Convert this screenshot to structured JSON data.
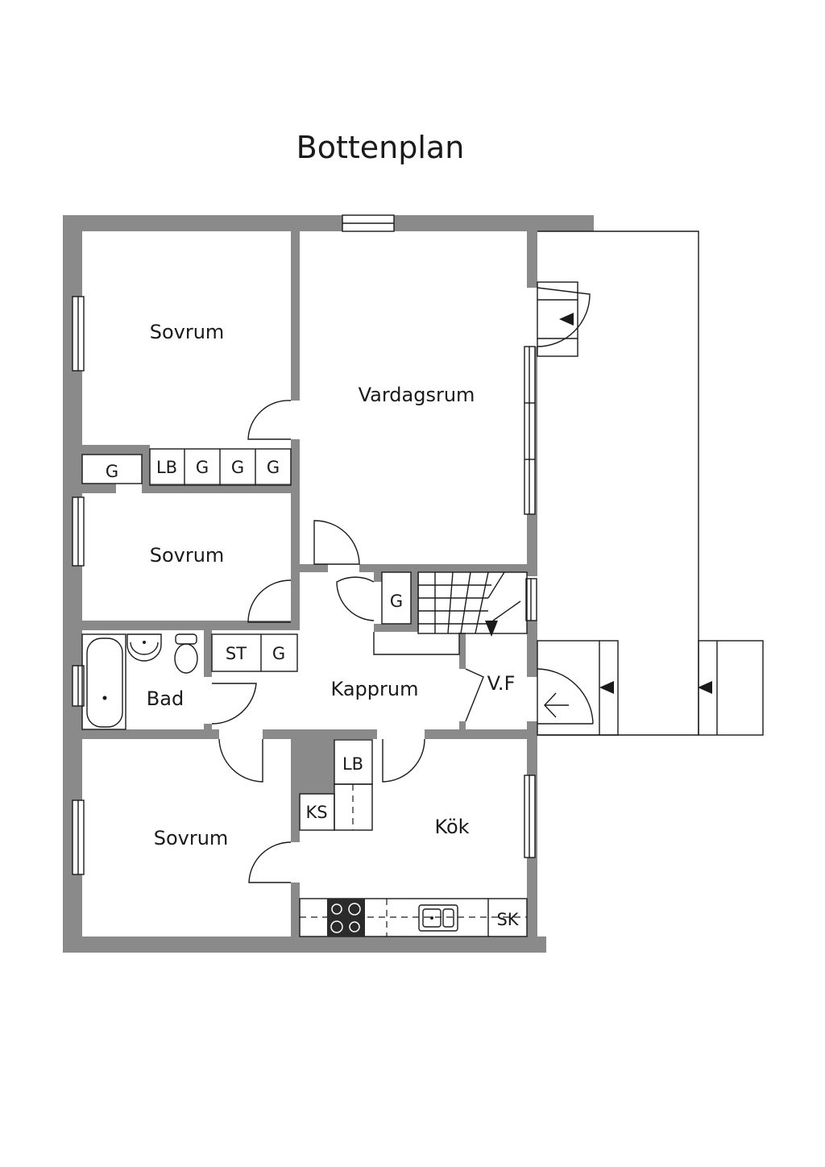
{
  "title": "Bottenplan",
  "rooms": {
    "sovrum_top": "Sovrum",
    "vardagsrum": "Vardagsrum",
    "sovrum_mid": "Sovrum",
    "bad": "Bad",
    "kapprum": "Kapprum",
    "vf": "V.F",
    "sovrum_bottom": "Sovrum",
    "kok": "Kök"
  },
  "fixtures": {
    "closet_g_left": "G",
    "closet_lb": "LB",
    "closet_g1": "G",
    "closet_g2": "G",
    "closet_g3": "G",
    "closet_g_hall": "G",
    "st": "ST",
    "g_bath": "G",
    "lb_kitchen": "LB",
    "ks": "KS",
    "sk": "SK"
  },
  "colors": {
    "wall": "#8a8a8a",
    "line": "#1a1a1a",
    "fill_dark": "#2b2b2b"
  }
}
